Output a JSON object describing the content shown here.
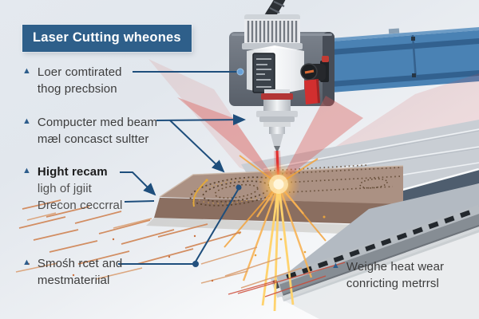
{
  "title": "Laser Cutting wheones",
  "bullet_icon": "▲",
  "features": [
    {
      "id": "laser-head",
      "lines": [
        "Loer comtirated",
        "thog precbsion"
      ]
    },
    {
      "id": "beam-control",
      "lines": [
        "Compucter med beam",
        "mæl concasct sultter"
      ]
    },
    {
      "id": "beam-focus",
      "lines": [
        "Hight recam",
        "ligh of jgiit",
        "Drecon ceccrral"
      ]
    },
    {
      "id": "material",
      "lines": [
        "Smośh rcet and",
        "mestmateriial"
      ]
    },
    {
      "id": "heat-wear",
      "lines": [
        "Weighe heat wear",
        "conricting metrrsl"
      ]
    }
  ],
  "colors": {
    "accent_navy": "#1e4e7c",
    "title_bg": "#2e5f8a",
    "gantry_blue": "#4a82b4",
    "laser_red": "#d9534f",
    "spark_orange": "#f7a33c",
    "material_brown": "#ab9183",
    "table_gray": "#c9ced4",
    "rail_gray": "#8a9097",
    "lever_red": "#d22f2f"
  }
}
